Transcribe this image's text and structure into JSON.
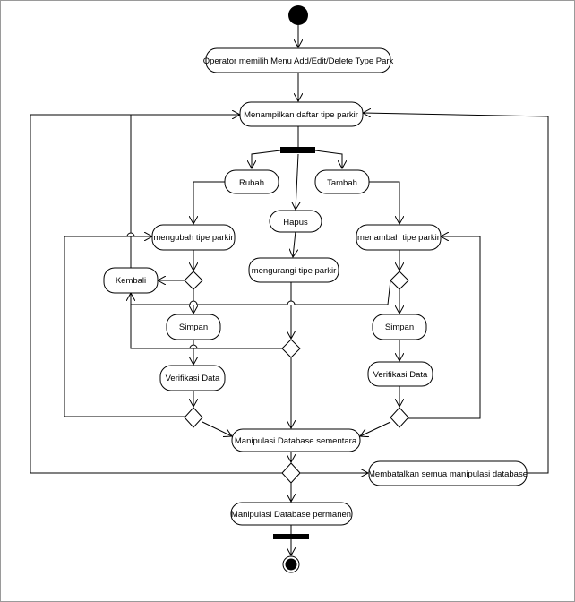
{
  "nodes": {
    "operator": "Operator memilih Menu Add/Edit/Delete Type Park",
    "menampilkan": "Menampilkan daftar tipe parkir",
    "rubah": "Rubah",
    "hapus": "Hapus",
    "tambah": "Tambah",
    "mengubah": "mengubah tipe parkir",
    "mengurangi": "mengurangi tipe parkir",
    "menambah": "menambah tipe parkir",
    "kembali": "Kembali",
    "simpan_left": "Simpan",
    "simpan_right": "Simpan",
    "verifikasi_left": "Verifikasi Data",
    "verifikasi_right": "Verifikasi Data",
    "manipulasi_sementara": "Manipulasi Database sementara",
    "membatalkan": "Membatalkan semua manipulasi database",
    "manipulasi_permanen": "Manipulasi Database permanen"
  }
}
